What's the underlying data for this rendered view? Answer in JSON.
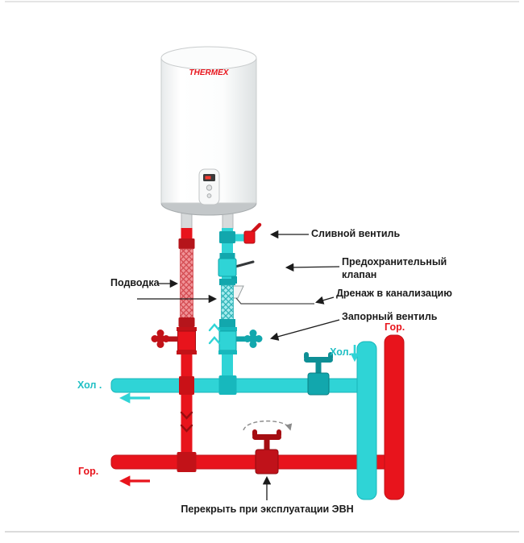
{
  "diagram": {
    "type": "water-heater-installation-schematic",
    "boiler": {
      "brand": "THERMEX"
    },
    "labels": {
      "drain_valve": "Сливной вентиль",
      "safety_valve": "Предохранительный клапан",
      "drainage": "Дренаж в канализацию",
      "shutoff_valve": "Запорный вентиль",
      "supply_line": "Подводка",
      "cold_left": "Хол .",
      "hot_left": "Гор.",
      "cold_right": "Хол.",
      "hot_right": "Гор.",
      "bottom_note": "Перекрыть при эксплуатации ЭВН"
    },
    "colors": {
      "hot": "#e8141c",
      "hot_dark": "#b10e14",
      "cold": "#2fd4d6",
      "cold_dark": "#0fa3a8",
      "text": "#1b1b1b"
    }
  }
}
